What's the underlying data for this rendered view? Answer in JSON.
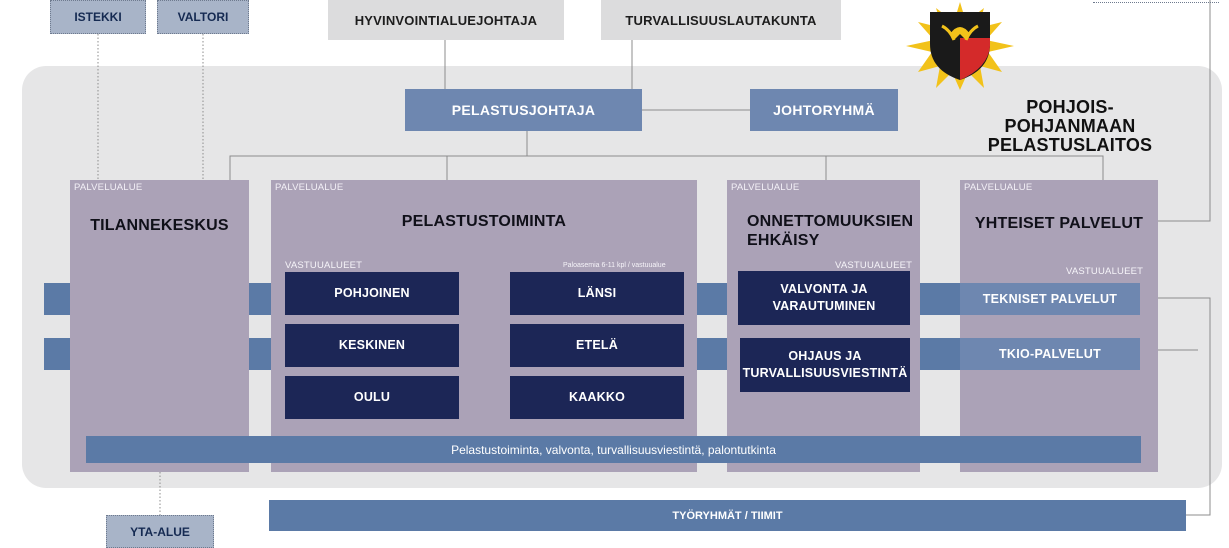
{
  "top": {
    "istekki": "ISTEKKI",
    "valtori": "VALTORI",
    "hyvinvointi": "HYVINVOINTIALUEJOHTAJA",
    "turvallisuus": "TURVALLISUUSLAUTAKUNTA"
  },
  "org": {
    "name_line1": "POHJOIS-POHJANMAAN",
    "name_line2": "PELASTUSLAITOS",
    "pelastusjohtaja": "PELASTUSJOHTAJA",
    "johtoryhma": "JOHTORYHMÄ"
  },
  "areas": [
    {
      "label": "PALVELUALUE",
      "title": "TILANNEKESKUS"
    },
    {
      "label": "PALVELUALUE",
      "title": "PELASTUSTOIMINTA"
    },
    {
      "label": "PALVELUALUE",
      "title_line1": "ONNETTOMUUKSIEN",
      "title_line2": "EHKÄISY"
    },
    {
      "label": "PALVELUALUE",
      "title": "YHTEISET PALVELUT"
    }
  ],
  "pelastus": {
    "vastuualueet": "VASTUUALUEET",
    "note": "Paloasemia 6-11 kpl / vastuualue",
    "units": [
      "POHJOINEN",
      "LÄNSI",
      "KESKINEN",
      "ETELÄ",
      "OULU",
      "KAAKKO"
    ]
  },
  "onnettomuus": {
    "vastuualueet": "VASTUUALUEET",
    "unit1_line1": "VALVONTA JA",
    "unit1_line2": "VARAUTUMINEN",
    "unit2_line1": "OHJAUS JA",
    "unit2_line2": "TURVALLISUUSVIESTINTÄ"
  },
  "yhteiset": {
    "vastuualueet": "VASTUUALUEET",
    "tekniset": "TEKNISET PALVELUT",
    "tkio": "TKIO-PALVELUT"
  },
  "bottom": {
    "band": "Pelastustoiminta, valvonta, turvallisuusviestintä, palontutkinta",
    "tyoryhmat": "TYÖRYHMÄT / TIIMIT",
    "yta": "YTA-ALUE"
  },
  "colors": {
    "panel": "#e6e6e7",
    "area": "#aba2b7",
    "navy": "#1c2656",
    "blue": "#6e87b0",
    "logo_red": "#d42a2a",
    "logo_gold": "#f2c21a"
  }
}
